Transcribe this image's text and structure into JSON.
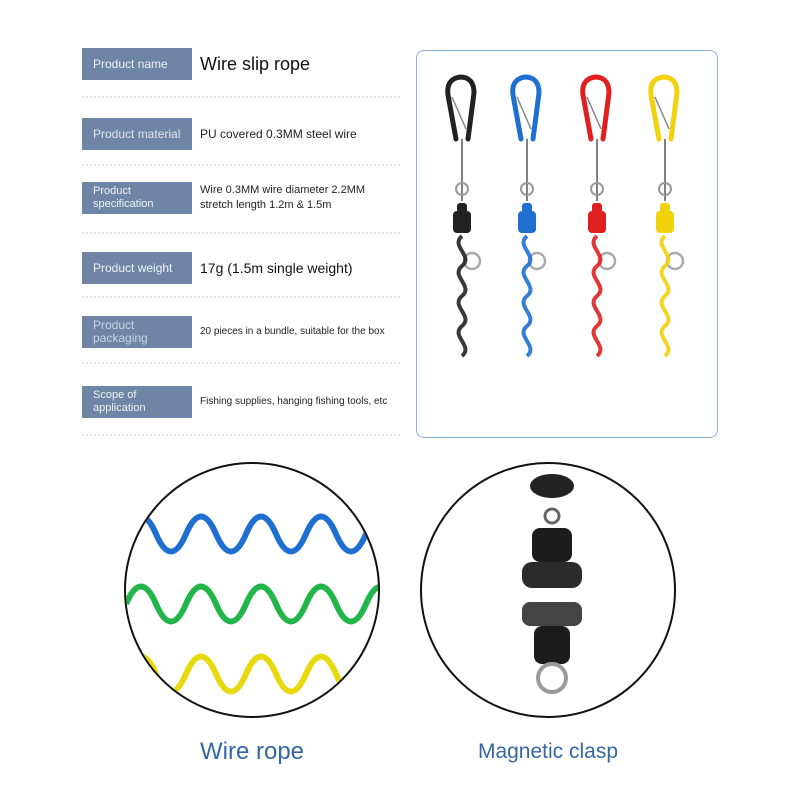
{
  "specs": [
    {
      "label": "Product name",
      "value": "Wire slip rope"
    },
    {
      "label": "Product material",
      "value": "PU covered 0.3MM steel wire"
    },
    {
      "label": "Product specification",
      "value": "Wire 0.3MM wire diameter 2.2MM",
      "value2": "stretch length 1.2m & 1.5m"
    },
    {
      "label": "Product weight",
      "value": "17g (1.5m single weight)"
    },
    {
      "label": "Product packaging",
      "value": "20 pieces in a bundle, suitable for the box"
    },
    {
      "label": "Scope of application",
      "value": "Fishing supplies, hanging fishing tools, etc"
    }
  ],
  "captions": {
    "wire": "Wire rope",
    "clasp": "Magnetic clasp"
  },
  "colors": {
    "label_bg": "#6f85a6",
    "caption": "#3566a3",
    "photo_border": "#8fb0d4",
    "rope_black": "#222222",
    "rope_blue": "#1f6fd1",
    "rope_red": "#e02020",
    "rope_yellow": "#f2d20c",
    "coil_green": "#22b54a"
  },
  "icons": [
    "carabiner-icon",
    "magnet-clasp-icon",
    "coil-spring-icon"
  ]
}
